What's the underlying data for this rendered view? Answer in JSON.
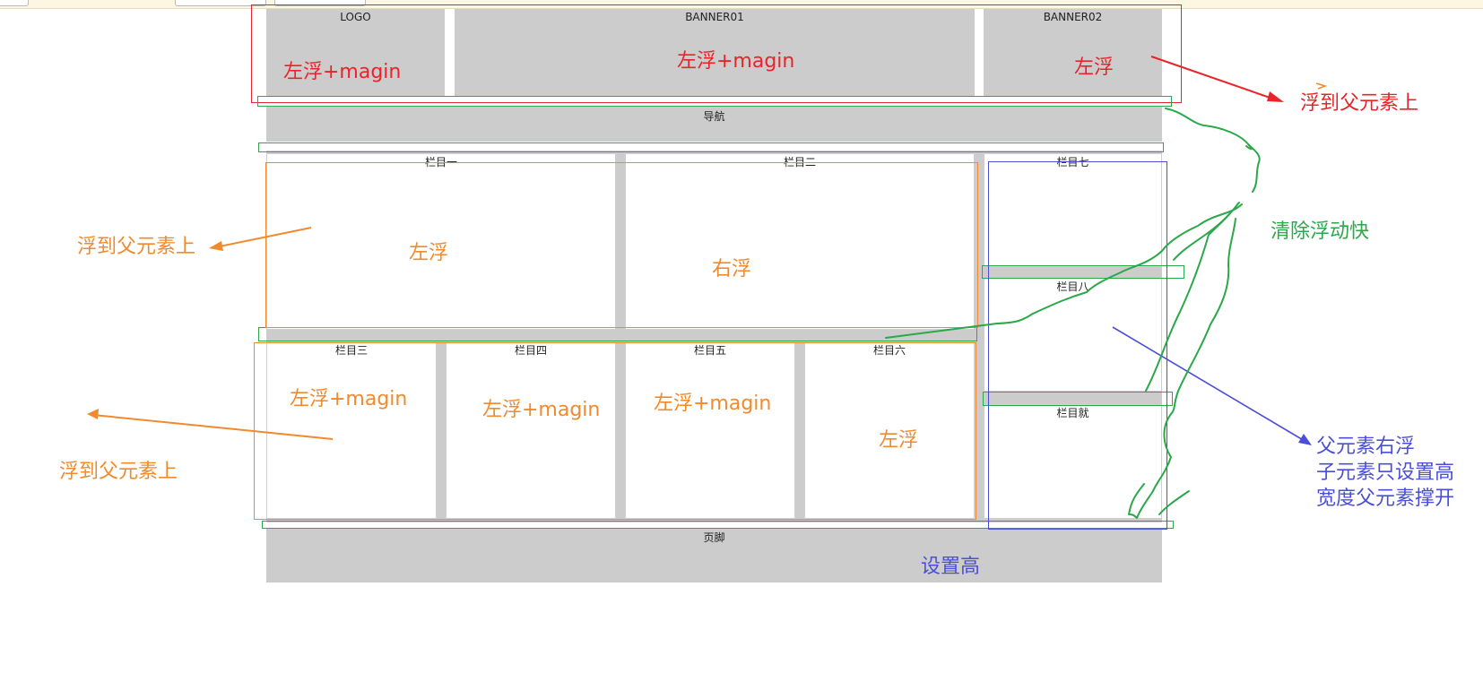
{
  "blocks": {
    "logo": "LOGO",
    "banner01": "BANNER01",
    "banner02": "BANNER02",
    "nav": "导航",
    "col1": "栏目一",
    "col2": "栏目二",
    "col3": "栏目三",
    "col4": "栏目四",
    "col5": "栏目五",
    "col6": "栏目六",
    "col7": "栏目七",
    "col8": "栏目八",
    "col9": "栏目就",
    "footer": "页脚"
  },
  "annotations": {
    "logo_note": "左浮+magin",
    "banner01_note": "左浮+magin",
    "banner02_note": "左浮",
    "header_float_note": "浮到父元素上",
    "left_float_note_1": "浮到父元素上",
    "left_float_note_2": "浮到父元素上",
    "col1_note": "左浮",
    "col2_note": "右浮",
    "col3_note": "左浮+magin",
    "col4_note": "左浮+magin",
    "col5_note": "左浮+magin",
    "col6_note": "左浮",
    "clear_float_note": "清除浮动快",
    "right_parent_line1": "父元素右浮",
    "right_parent_line2": "子元素只设置高",
    "right_parent_line3": "宽度父元素撑开",
    "footer_note": "设置高"
  },
  "colors": {
    "red": "#e8242a",
    "orange": "#f08a2c",
    "green": "#2aa84a",
    "blue": "#4a4fd6",
    "block_gray": "#cccccc"
  }
}
